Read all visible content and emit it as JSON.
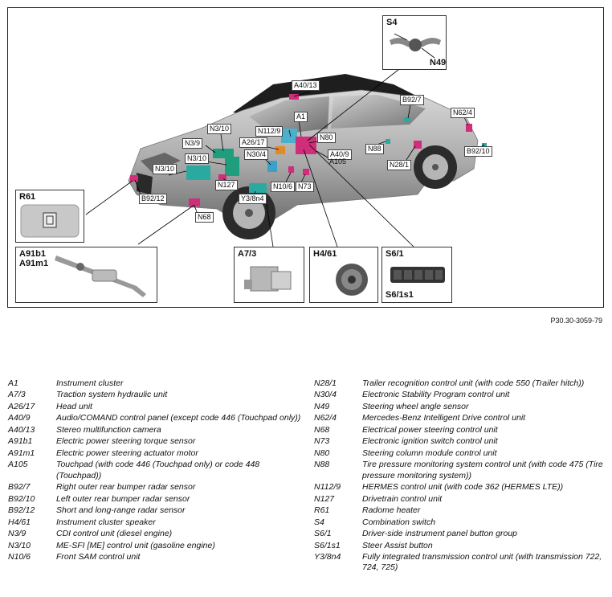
{
  "figure": {
    "reference": "P30.30-3059-79",
    "callouts": [
      {
        "id": "a4013",
        "text": "A40/13"
      },
      {
        "id": "a1",
        "text": "A1"
      },
      {
        "id": "n1129",
        "text": "N112/9"
      },
      {
        "id": "n80",
        "text": "N80"
      },
      {
        "id": "a2617",
        "text": "A26/17"
      },
      {
        "id": "a409",
        "text": "A40/9"
      },
      {
        "id": "a105",
        "text": "A105"
      },
      {
        "id": "n310a",
        "text": "N3/10"
      },
      {
        "id": "n39",
        "text": "N3/9"
      },
      {
        "id": "n310b",
        "text": "N3/10"
      },
      {
        "id": "n310c",
        "text": "N3/10"
      },
      {
        "id": "n304",
        "text": "N30/4"
      },
      {
        "id": "n127",
        "text": "N127"
      },
      {
        "id": "y38n4",
        "text": "Y3/8n4"
      },
      {
        "id": "n106",
        "text": "N10/6"
      },
      {
        "id": "n73",
        "text": "N73"
      },
      {
        "id": "n88",
        "text": "N88"
      },
      {
        "id": "b927",
        "text": "B92/7"
      },
      {
        "id": "n624",
        "text": "N62/4"
      },
      {
        "id": "b9210",
        "text": "B92/10"
      },
      {
        "id": "n281",
        "text": "N28/1"
      },
      {
        "id": "b9212",
        "text": "B92/12"
      },
      {
        "id": "n68",
        "text": "N68"
      }
    ],
    "insets": {
      "s4": {
        "title": "S4",
        "sub": "N49"
      },
      "r61": {
        "title": "R61"
      },
      "a91": {
        "title": "A91b1",
        "sub": "A91m1"
      },
      "a73": {
        "title": "A7/3"
      },
      "h461": {
        "title": "H4/61"
      },
      "s61": {
        "title": "S6/1",
        "sub": "S6/1s1"
      }
    }
  },
  "legend": {
    "left": [
      {
        "code": "A1",
        "desc": "Instrument cluster"
      },
      {
        "code": "A7/3",
        "desc": "Traction system hydraulic unit"
      },
      {
        "code": "A26/17",
        "desc": "Head unit"
      },
      {
        "code": "A40/9",
        "desc": "Audio/COMAND control panel (except code 446 (Touchpad only))"
      },
      {
        "code": "A40/13",
        "desc": "Stereo multifunction camera"
      },
      {
        "code": "A91b1",
        "desc": "Electric power steering torque sensor"
      },
      {
        "code": "A91m1",
        "desc": "Electric power steering actuator motor"
      },
      {
        "code": "A105",
        "desc": "Touchpad (with code 446 (Touchpad only) or code 448 (Touchpad))"
      },
      {
        "code": "B92/7",
        "desc": "Right outer rear bumper radar sensor"
      },
      {
        "code": "B92/10",
        "desc": "Left outer rear bumper radar sensor"
      },
      {
        "code": "B92/12",
        "desc": "Short and long-range radar sensor"
      },
      {
        "code": "H4/61",
        "desc": "Instrument cluster speaker"
      },
      {
        "code": "N3/9",
        "desc": "CDI control unit (diesel engine)"
      },
      {
        "code": "N3/10",
        "desc": "ME-SFI [ME] control unit (gasoline engine)"
      },
      {
        "code": "N10/6",
        "desc": "Front SAM control unit"
      }
    ],
    "right": [
      {
        "code": "N28/1",
        "desc": "Trailer recognition control unit (with code 550 (Trailer hitch))"
      },
      {
        "code": "N30/4",
        "desc": "Electronic Stability Program control unit"
      },
      {
        "code": "N49",
        "desc": "Steering wheel angle sensor"
      },
      {
        "code": "N62/4",
        "desc": "Mercedes-Benz Intelligent Drive control unit"
      },
      {
        "code": "N68",
        "desc": "Electrical power steering control unit"
      },
      {
        "code": "N73",
        "desc": "Electronic ignition switch control unit"
      },
      {
        "code": "N80",
        "desc": "Steering column module control unit"
      },
      {
        "code": "N88",
        "desc": "Tire pressure monitoring system control unit (with code 475 (Tire pressure monitoring system))"
      },
      {
        "code": "N112/9",
        "desc": "HERMES control unit (with code 362 (HERMES LTE))"
      },
      {
        "code": "N127",
        "desc": "Drivetrain control unit"
      },
      {
        "code": "R61",
        "desc": "Radome heater"
      },
      {
        "code": "S4",
        "desc": "Combination switch"
      },
      {
        "code": "S6/1",
        "desc": "Driver-side instrument panel button group"
      },
      {
        "code": "S6/1s1",
        "desc": "Steer Assist button"
      },
      {
        "code": "Y3/8n4",
        "desc": "Fully integrated transmission control unit (with transmission 722, 724, 725)"
      }
    ]
  }
}
